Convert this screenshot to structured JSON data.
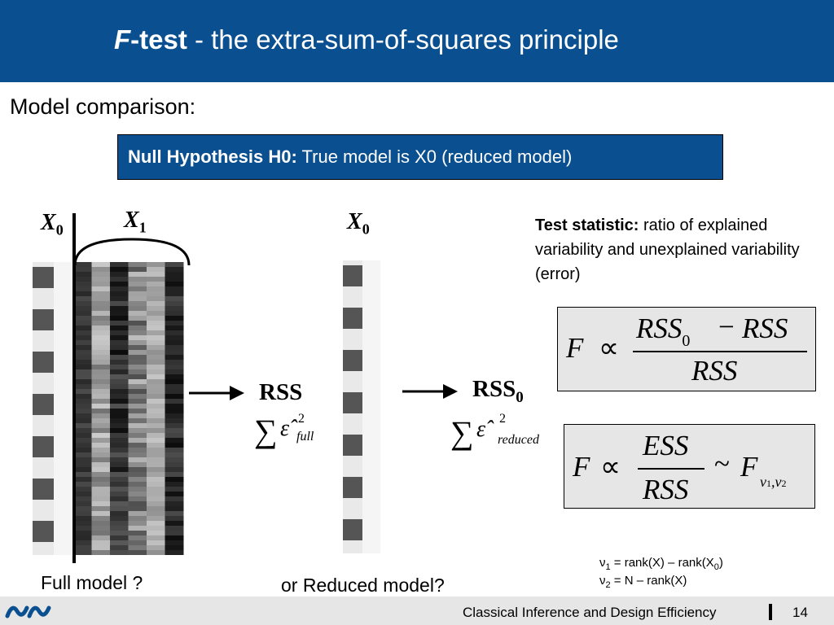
{
  "header": {
    "title_italic": "F",
    "title_bold": "-test",
    "title_rest": " - the extra-sum-of-squares principle"
  },
  "subtitle": "Model comparison:",
  "hypothesis": {
    "label": "Null Hypothesis H0:",
    "text": " True model is X0 (reduced model)"
  },
  "labels": {
    "x0_left": "X",
    "x0_left_sub": "0",
    "x1": "X",
    "x1_sub": "1",
    "x0_right": "X",
    "x0_right_sub": "0"
  },
  "rss_full": {
    "label": "RSS",
    "sum_symbol": "∑",
    "epsilon": "ε̂",
    "power": "2",
    "subscript": "full"
  },
  "rss_reduced": {
    "label": "RSS",
    "label_sub": "0",
    "sum_symbol": "∑",
    "epsilon": "ε̂",
    "power": "2",
    "subscript": "reduced"
  },
  "test_statistic": {
    "label": "Test statistic:",
    "text": " ratio of explained variability and unexplained variability (error)"
  },
  "formula1": {
    "lhs": "F",
    "prop": "∝",
    "num_a": "RSS",
    "num_a_sub": "0",
    "minus": "−",
    "num_b": "RSS",
    "den": "RSS"
  },
  "formula2": {
    "lhs": "F",
    "prop": "∝",
    "num": "ESS",
    "den": "RSS",
    "tilde": "~",
    "dist": "F",
    "dist_sub_1": "ν",
    "dist_sub_1_idx": "1",
    "comma": ",",
    "dist_sub_2": "ν",
    "dist_sub_2_idx": "2"
  },
  "nu_defs": [
    {
      "sym": "ν",
      "idx": "1",
      "text": " = rank(X) – rank(X",
      "tail_sub": "0",
      "tail": ")"
    },
    {
      "sym": "ν",
      "idx": "2",
      "text": " = N – rank(X)",
      "tail_sub": "",
      "tail": ""
    }
  ],
  "captions": {
    "full": "Full model ?",
    "reduced": "or Reduced model?"
  },
  "footer": {
    "text": "Classical Inference and Design Efficiency",
    "page": "14"
  },
  "colors": {
    "header_bg": "#0a4f8f",
    "footer_bg": "#e6e6e6",
    "formula_bg": "#e6e6e6"
  },
  "icons": [
    "wave-logo-icon",
    "arrow-right-icon"
  ]
}
